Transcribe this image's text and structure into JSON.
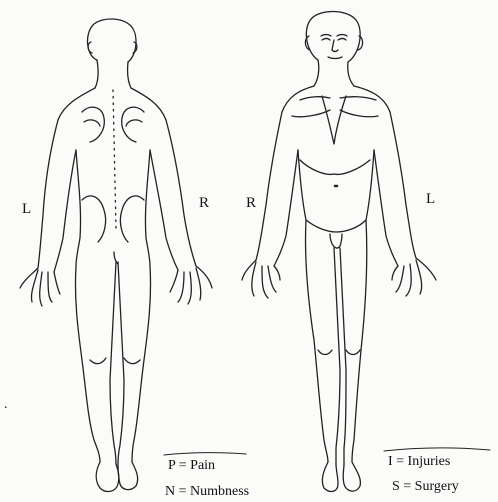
{
  "back_figure": {
    "left_side": "L",
    "right_side": "R"
  },
  "front_figure": {
    "right_side": "R",
    "left_side": "L"
  },
  "legend": {
    "pain": "P = Pain",
    "numbness": "N = Numbness",
    "injuries": "I = Injuries",
    "surgery": "S = Surgery"
  },
  "stray_mark": "."
}
